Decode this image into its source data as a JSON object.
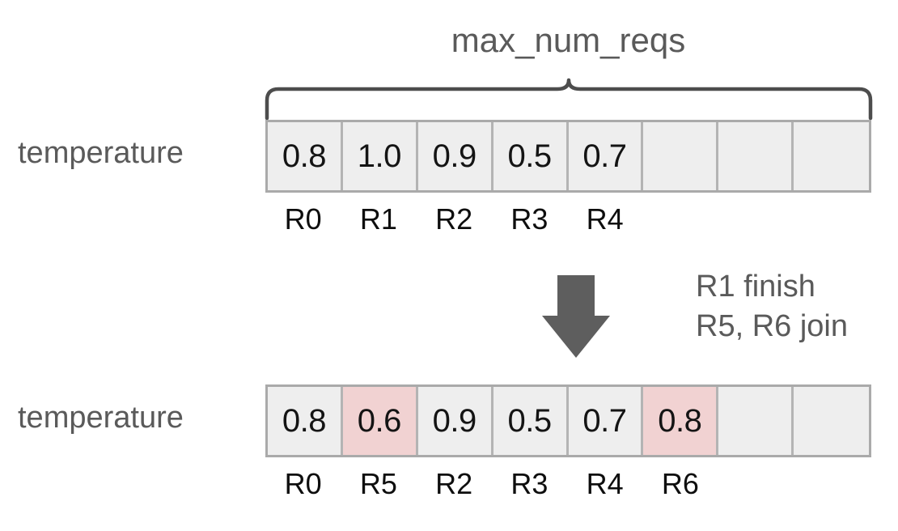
{
  "diagram": {
    "title": "max_num_reqs",
    "brace_label": "max_num_reqs",
    "colors": {
      "cell_fill": "#eeeeee",
      "cell_highlight": "#f1d2d2",
      "cell_border": "#b4b4b4",
      "grid_border": "#aaaaaa",
      "text_gray": "#5a5a5a",
      "text_dark": "#141414",
      "arrow_fill": "#5e5e5e",
      "background": "#ffffff"
    },
    "num_columns": 8
  },
  "before": {
    "row_label": "temperature",
    "cells": [
      {
        "value": "0.8",
        "highlight": false,
        "empty": false
      },
      {
        "value": "1.0",
        "highlight": false,
        "empty": false
      },
      {
        "value": "0.9",
        "highlight": false,
        "empty": false
      },
      {
        "value": "0.5",
        "highlight": false,
        "empty": false
      },
      {
        "value": "0.7",
        "highlight": false,
        "empty": false
      },
      {
        "value": "",
        "highlight": false,
        "empty": true
      },
      {
        "value": "",
        "highlight": false,
        "empty": true
      },
      {
        "value": "",
        "highlight": false,
        "empty": true
      }
    ],
    "tick_labels": [
      "R0",
      "R1",
      "R2",
      "R3",
      "R4",
      "",
      "",
      ""
    ]
  },
  "transition": {
    "arrow": "down-arrow",
    "note_lines": [
      "R1 finish",
      "R5, R6 join"
    ]
  },
  "after": {
    "row_label": "temperature",
    "cells": [
      {
        "value": "0.8",
        "highlight": false,
        "empty": false
      },
      {
        "value": "0.6",
        "highlight": true,
        "empty": false
      },
      {
        "value": "0.9",
        "highlight": false,
        "empty": false
      },
      {
        "value": "0.5",
        "highlight": false,
        "empty": false
      },
      {
        "value": "0.7",
        "highlight": false,
        "empty": false
      },
      {
        "value": "0.8",
        "highlight": true,
        "empty": false
      },
      {
        "value": "",
        "highlight": false,
        "empty": true
      },
      {
        "value": "",
        "highlight": false,
        "empty": true
      }
    ],
    "tick_labels": [
      "R0",
      "R5",
      "R2",
      "R3",
      "R4",
      "R6",
      "",
      ""
    ]
  }
}
